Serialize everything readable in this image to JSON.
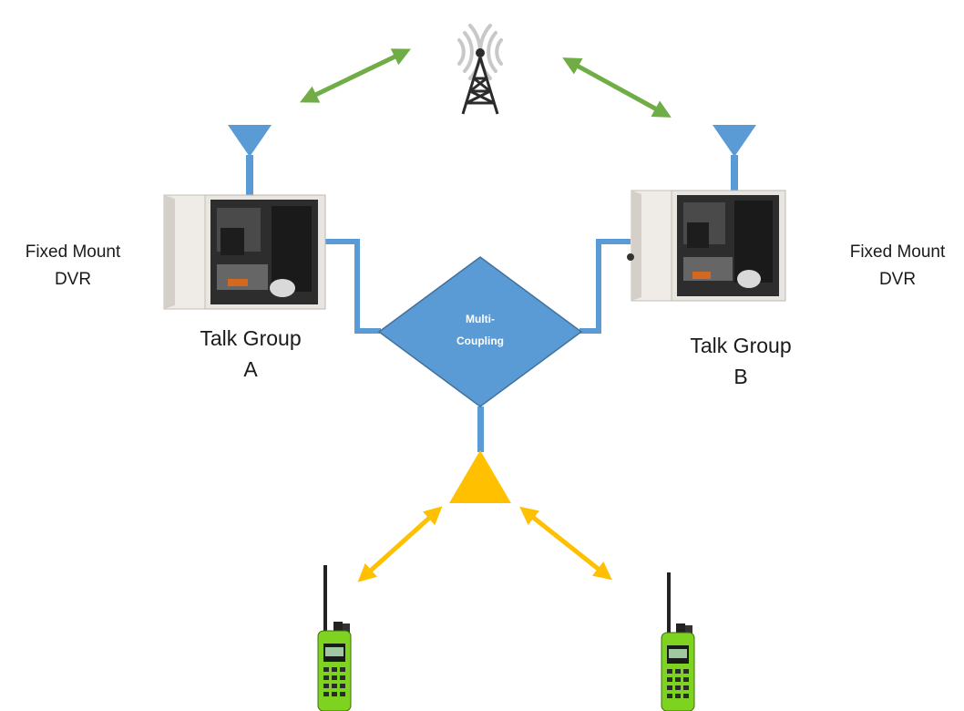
{
  "left_unit": {
    "side_label_line1": "Fixed Mount",
    "side_label_line2": "DVR",
    "group_label_line1": "Talk Group",
    "group_label_line2": "A"
  },
  "right_unit": {
    "side_label_line1": "Fixed Mount",
    "side_label_line2": "DVR",
    "group_label_line1": "Talk Group",
    "group_label_line2": "B"
  },
  "coupler": {
    "label_line1": "Multi-",
    "label_line2": "Coupling"
  },
  "colors": {
    "wire_blue": "#5b9bd5",
    "green_link": "#70ad47",
    "yellow_link": "#ffc000",
    "radio_green": "#7ed321"
  },
  "icons": [
    "cell-tower-icon",
    "antenna-icon",
    "dvr-cabinet-icon",
    "portable-radio-icon"
  ]
}
